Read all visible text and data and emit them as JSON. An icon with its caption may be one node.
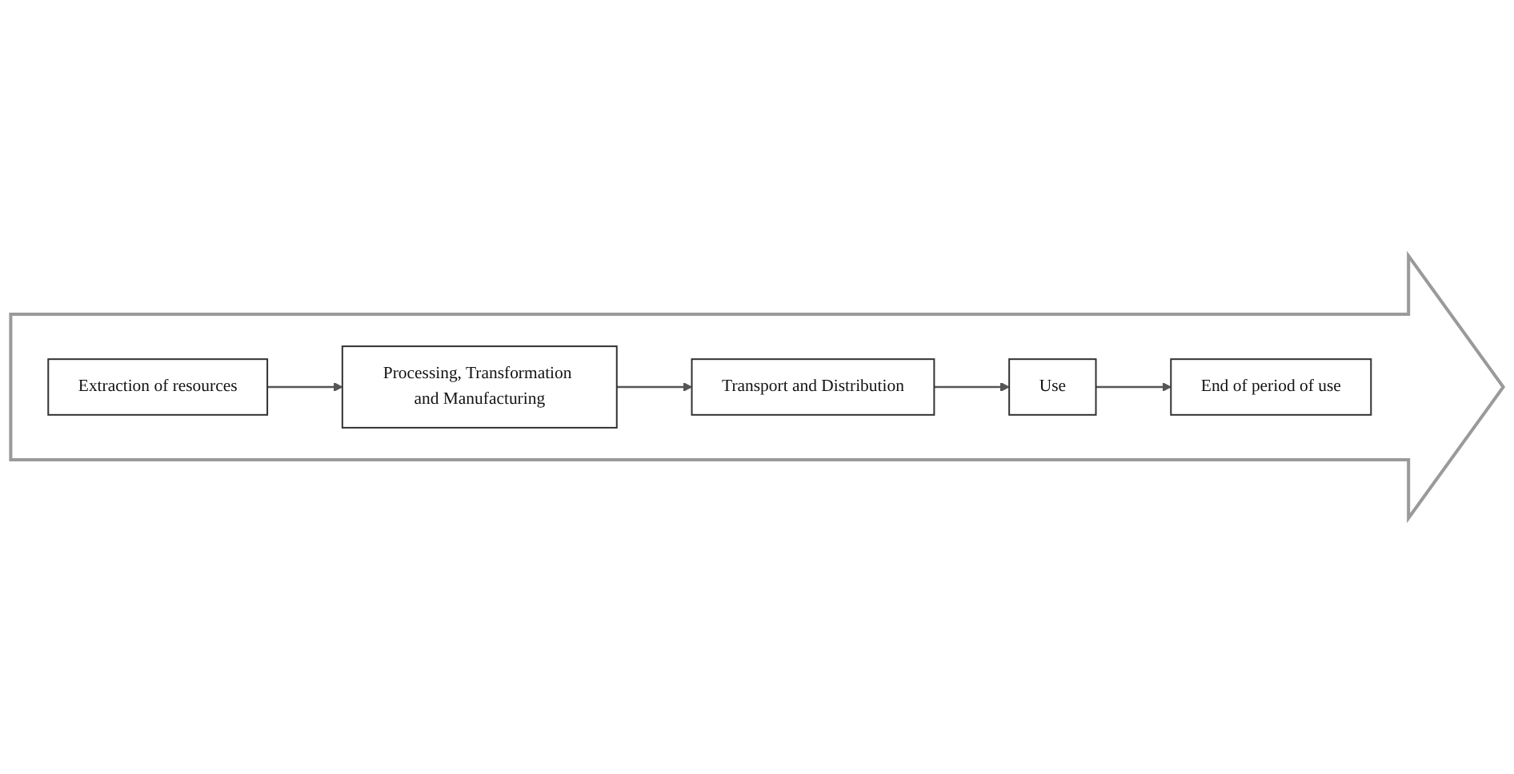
{
  "diagram": {
    "nodes": [
      {
        "text": [],
        "shape": "arrow"
      },
      {
        "text": [
          "Extraction of resources"
        ],
        "in": 0
      },
      {
        "text": [
          "Processing, Transformation and Manufacturing"
        ],
        "in": 0
      },
      {
        "text": [
          "Transport and Distribution"
        ],
        "in": 0
      },
      {
        "text": [
          "Use"
        ],
        "in": 0
      },
      {
        "text": [
          "End of period of use"
        ],
        "in": 0
      }
    ],
    "edges": [
      {
        "from": 1,
        "to": 2,
        "arrow": "to"
      },
      {
        "from": 2,
        "to": 3,
        "arrow": "to"
      },
      {
        "from": 3,
        "to": 4,
        "arrow": "to"
      },
      {
        "from": 4,
        "to": 5,
        "arrow": "to"
      }
    ]
  }
}
